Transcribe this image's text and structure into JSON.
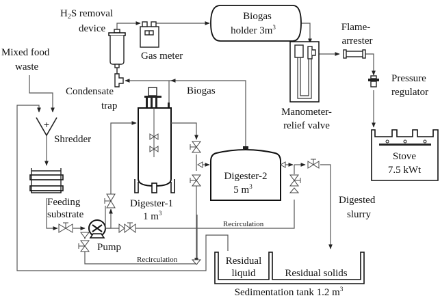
{
  "diagram": {
    "type": "process flow diagram",
    "labels": {
      "h2s_line1": "H",
      "h2s_sub": "2",
      "h2s_line1b": "S removal",
      "h2s_line2": "device",
      "gas_meter": "Gas meter",
      "holder_line1": "Biogas",
      "holder_line2": "holder 3m",
      "holder_sup": "3",
      "flame_line1": "Flame-",
      "flame_line2": "arrester",
      "pressure_line1": "Pressure",
      "pressure_line2": "regulator",
      "mixed_line1": "Mixed food",
      "mixed_line2": "waste",
      "condensate_line1": "Condensate",
      "condensate_line2": "trap",
      "biogas": "Biogas",
      "manometer_line1": "Manometer-",
      "manometer_line2": "relief valve",
      "shredder": "Shredder",
      "stove_line1": "Stove",
      "stove_line2": "7.5 kWt",
      "digester2_line1": "Digester-2",
      "digester2_line2": "5 m",
      "digester2_sup": "3",
      "feeding_line1": "Feeding",
      "feeding_line2": "substrate",
      "digester1_line1": "Digester-1",
      "digester1_line2": "1 m",
      "digester1_sup": "3",
      "digested_line1": "Digested",
      "digested_line2": "slurry",
      "pump": "Pump",
      "recirculation_1": "Recirculation",
      "recirculation_2": "Recirculation",
      "residual_liquid_line1": "Residual",
      "residual_liquid_line2": "liquid",
      "residual_solids": "Residual solids",
      "sedimentation": "Sedimentation tank 1.2 m",
      "sedimentation_sup": "3"
    },
    "components": [
      "h2s-removal-device",
      "gas-meter",
      "biogas-holder",
      "flame-arrester",
      "pressure-regulator",
      "manometer-relief-valve",
      "condensate-trap",
      "shredder",
      "feeding-substrate-tank",
      "pump",
      "digester-1",
      "digester-2",
      "stove",
      "sedimentation-tank"
    ]
  }
}
